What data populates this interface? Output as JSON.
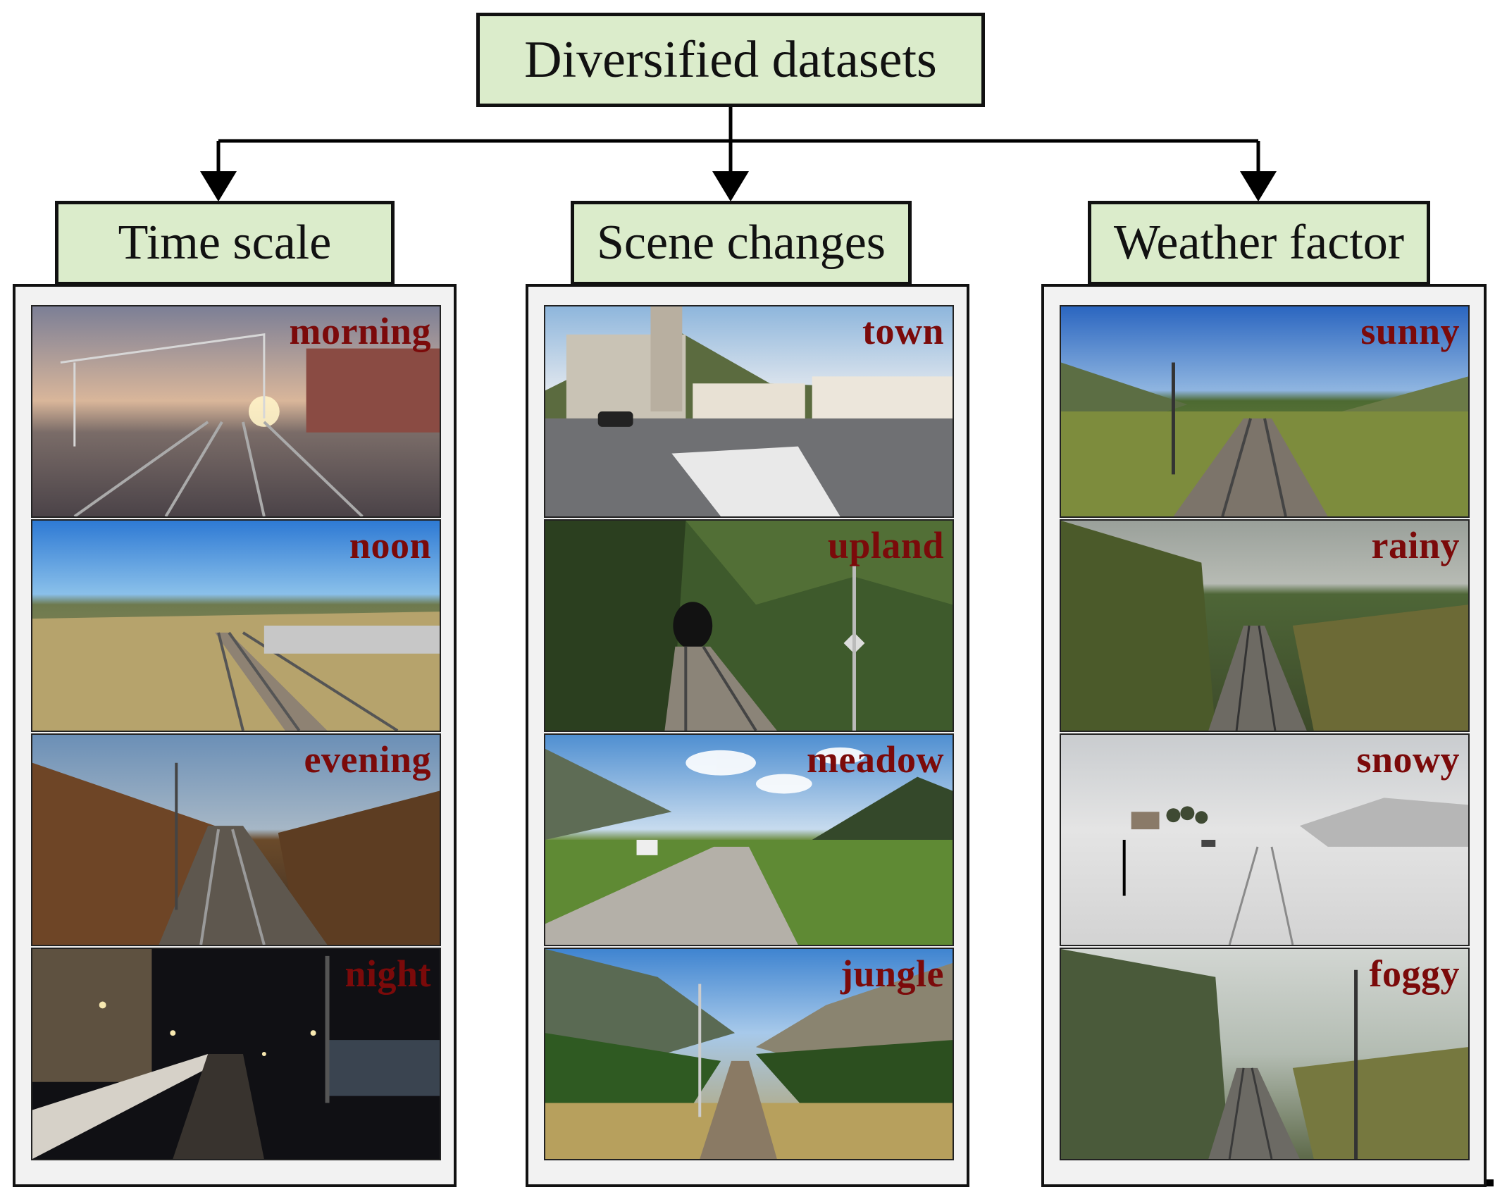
{
  "root": {
    "label": "Diversified datasets"
  },
  "categories": [
    {
      "label": "Time scale",
      "items": [
        {
          "label": "morning",
          "scene": "sunrise-railway"
        },
        {
          "label": "noon",
          "scene": "sunny-dry-railway"
        },
        {
          "label": "evening",
          "scene": "autumn-dusk-railway"
        },
        {
          "label": "night",
          "scene": "night-station"
        }
      ]
    },
    {
      "label": "Scene changes",
      "items": [
        {
          "label": "town",
          "scene": "town-square"
        },
        {
          "label": "upland",
          "scene": "tunnel-forest"
        },
        {
          "label": "meadow",
          "scene": "alpine-meadow"
        },
        {
          "label": "jungle",
          "scene": "mountain-forest"
        }
      ]
    },
    {
      "label": "Weather factor",
      "items": [
        {
          "label": "sunny",
          "scene": "sunny-valley"
        },
        {
          "label": "rainy",
          "scene": "rainy-valley"
        },
        {
          "label": "snowy",
          "scene": "snowy-plain"
        },
        {
          "label": "foggy",
          "scene": "foggy-cliff"
        }
      ]
    }
  ],
  "colors": {
    "box_fill": "#dbeccb",
    "label_text": "#7b0a0a",
    "panel_fill": "#f2f2f2",
    "line": "#000000"
  }
}
